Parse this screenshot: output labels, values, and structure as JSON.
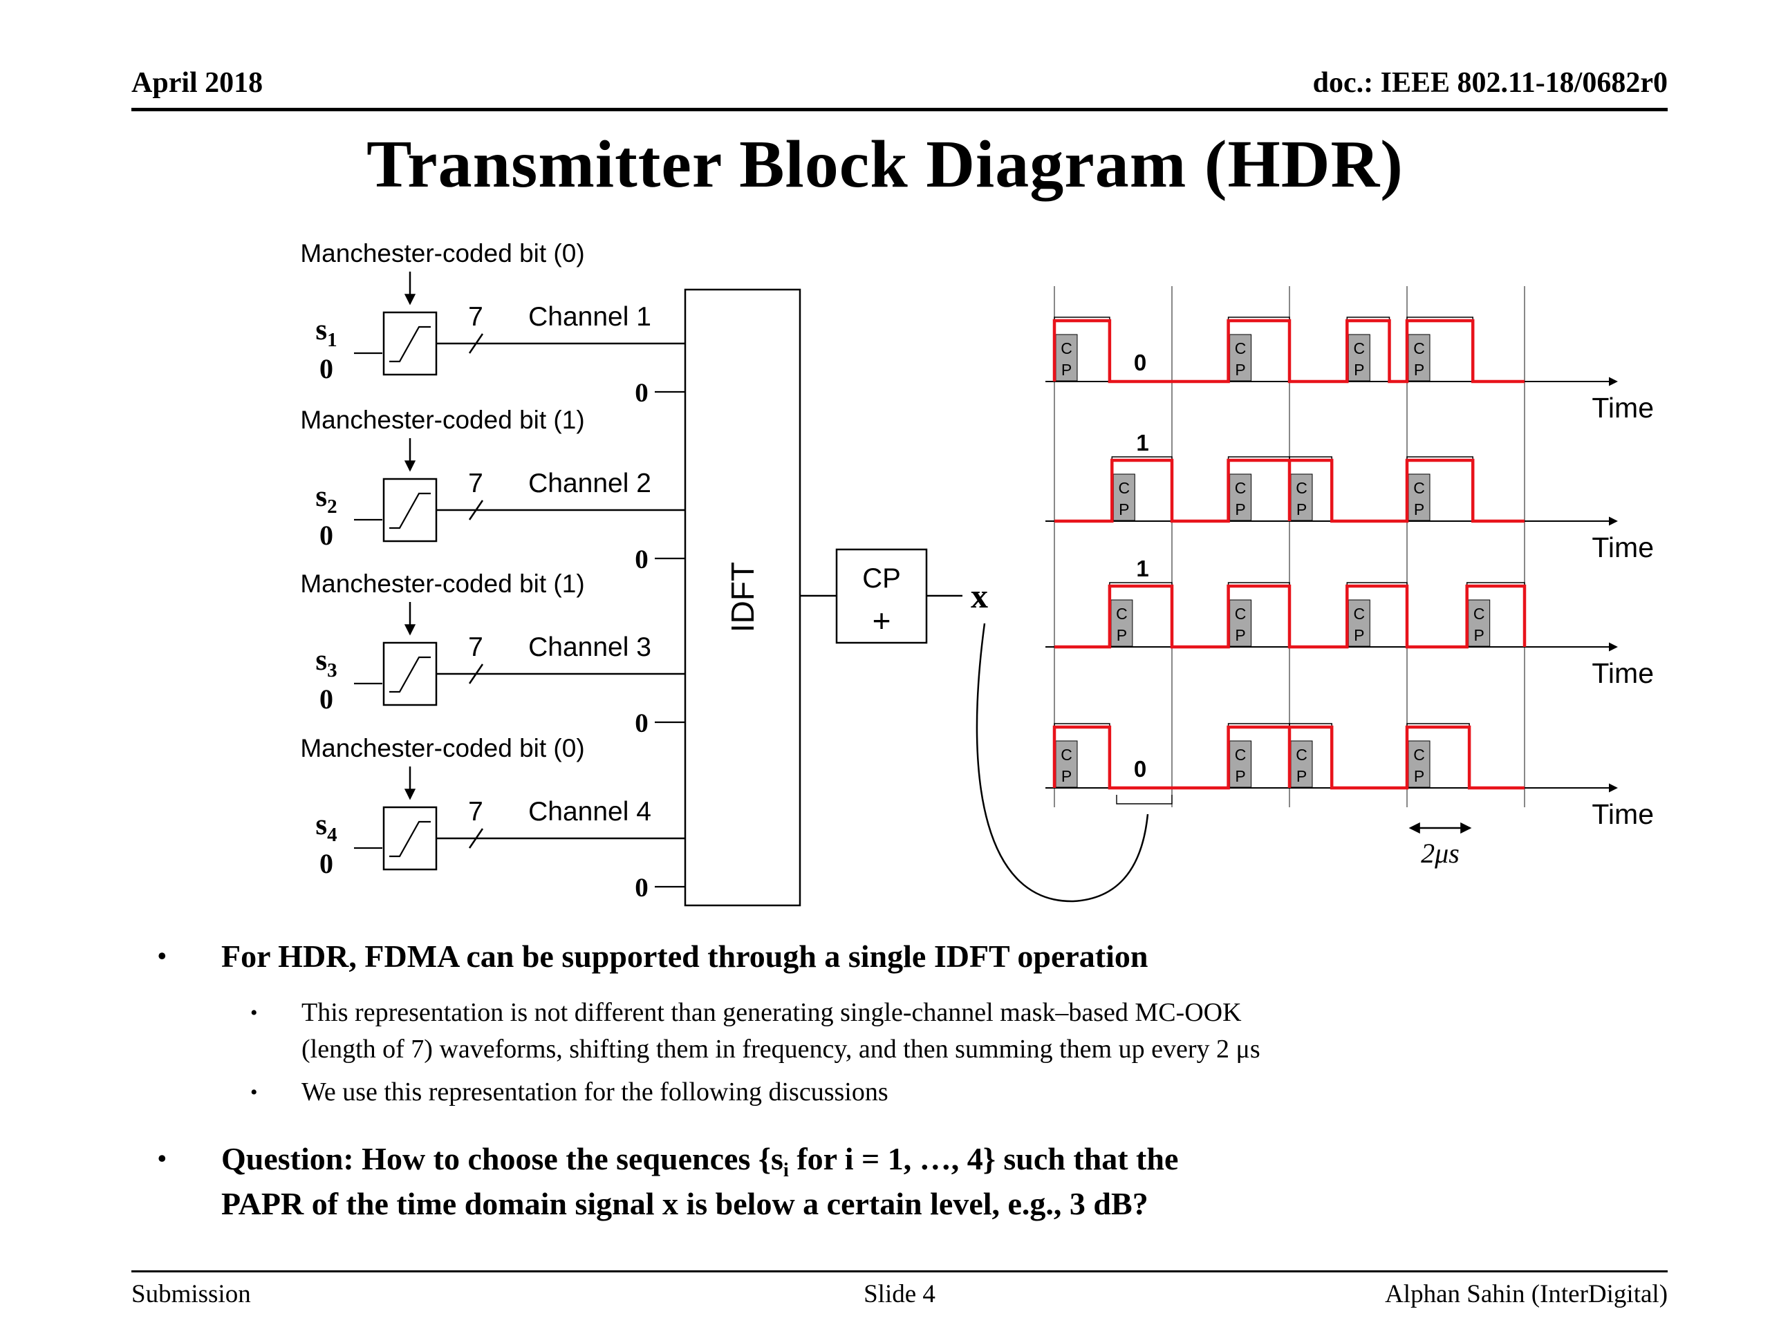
{
  "header": {
    "date": "April 2018",
    "doc_number": "doc.: IEEE 802.11-18/0682r0"
  },
  "title": "Transmitter Block Diagram (HDR)",
  "diagram": {
    "colors": {
      "waveform_red": "#e8131b",
      "cp_gray": "#a8a8a8"
    },
    "inputs": [
      {
        "coded_label": "Manchester-coded bit (0)",
        "s_base": "s",
        "s_sub": "1",
        "vec_zero": "0",
        "bus_width": "7",
        "channel": "Channel 1",
        "idft_zero": "0"
      },
      {
        "coded_label": "Manchester-coded bit (1)",
        "s_base": "s",
        "s_sub": "2",
        "vec_zero": "0",
        "bus_width": "7",
        "channel": "Channel 2",
        "idft_zero": "0"
      },
      {
        "coded_label": "Manchester-coded bit (1)",
        "s_base": "s",
        "s_sub": "3",
        "vec_zero": "0",
        "bus_width": "7",
        "channel": "Channel 3",
        "idft_zero": "0"
      },
      {
        "coded_label": "Manchester-coded bit (0)",
        "s_base": "s",
        "s_sub": "4",
        "vec_zero": "0",
        "bus_width": "7",
        "channel": "Channel 4",
        "idft_zero": "0"
      }
    ],
    "idft_label": "IDFT",
    "cp_label": "CP",
    "plus_label": "+",
    "x_label": "x",
    "waveforms": {
      "time_label": "Time",
      "cp_letters": [
        "C",
        "P"
      ],
      "duration_label": "2μs",
      "rows": [
        {
          "bit": "0",
          "bit_x": 0.73,
          "bit_above_pulse": false,
          "pulses": [
            [
              0,
              0.47
            ],
            [
              1.48,
              2.0
            ],
            [
              2.49,
              2.85
            ],
            [
              3.0,
              3.56
            ]
          ]
        },
        {
          "bit": "1",
          "bit_x": 0.75,
          "bit_above_pulse": true,
          "pulses": [
            [
              0.49,
              1.0
            ],
            [
              1.48,
              2.0
            ],
            [
              2.0,
              2.36
            ],
            [
              3.0,
              3.56
            ]
          ]
        },
        {
          "bit": "1",
          "bit_x": 0.75,
          "bit_above_pulse": true,
          "pulses": [
            [
              0.47,
              1.0
            ],
            [
              1.48,
              2.0
            ],
            [
              2.49,
              3.0
            ],
            [
              3.51,
              4.0
            ]
          ]
        },
        {
          "bit": "0",
          "bit_x": 0.73,
          "bit_above_pulse": false,
          "pulses": [
            [
              0,
              0.47
            ],
            [
              1.48,
              2.0
            ],
            [
              2.0,
              2.36
            ],
            [
              3.0,
              3.53
            ]
          ]
        }
      ]
    }
  },
  "bullets": {
    "dot": "•",
    "main1": "For HDR, FDMA can be supported through a single IDFT operation",
    "sub1_lines": [
      "This representation is not different than generating single-channel mask–based MC-OOK",
      "(length of 7) waveforms, shifting them in frequency, and then summing them up every 2 μs"
    ],
    "sub2": "We use this representation for the following discussions",
    "question": {
      "line1_pre": "Question: How to choose the sequences {s",
      "line1_sub": "i",
      "line1_post": " for i = 1, …, 4} such that the",
      "line2": "PAPR of the time domain signal x is below a certain level, e.g., 3 dB?"
    }
  },
  "footer": {
    "left": "Submission",
    "center": "Slide 4",
    "right": "Alphan Sahin (InterDigital)"
  }
}
